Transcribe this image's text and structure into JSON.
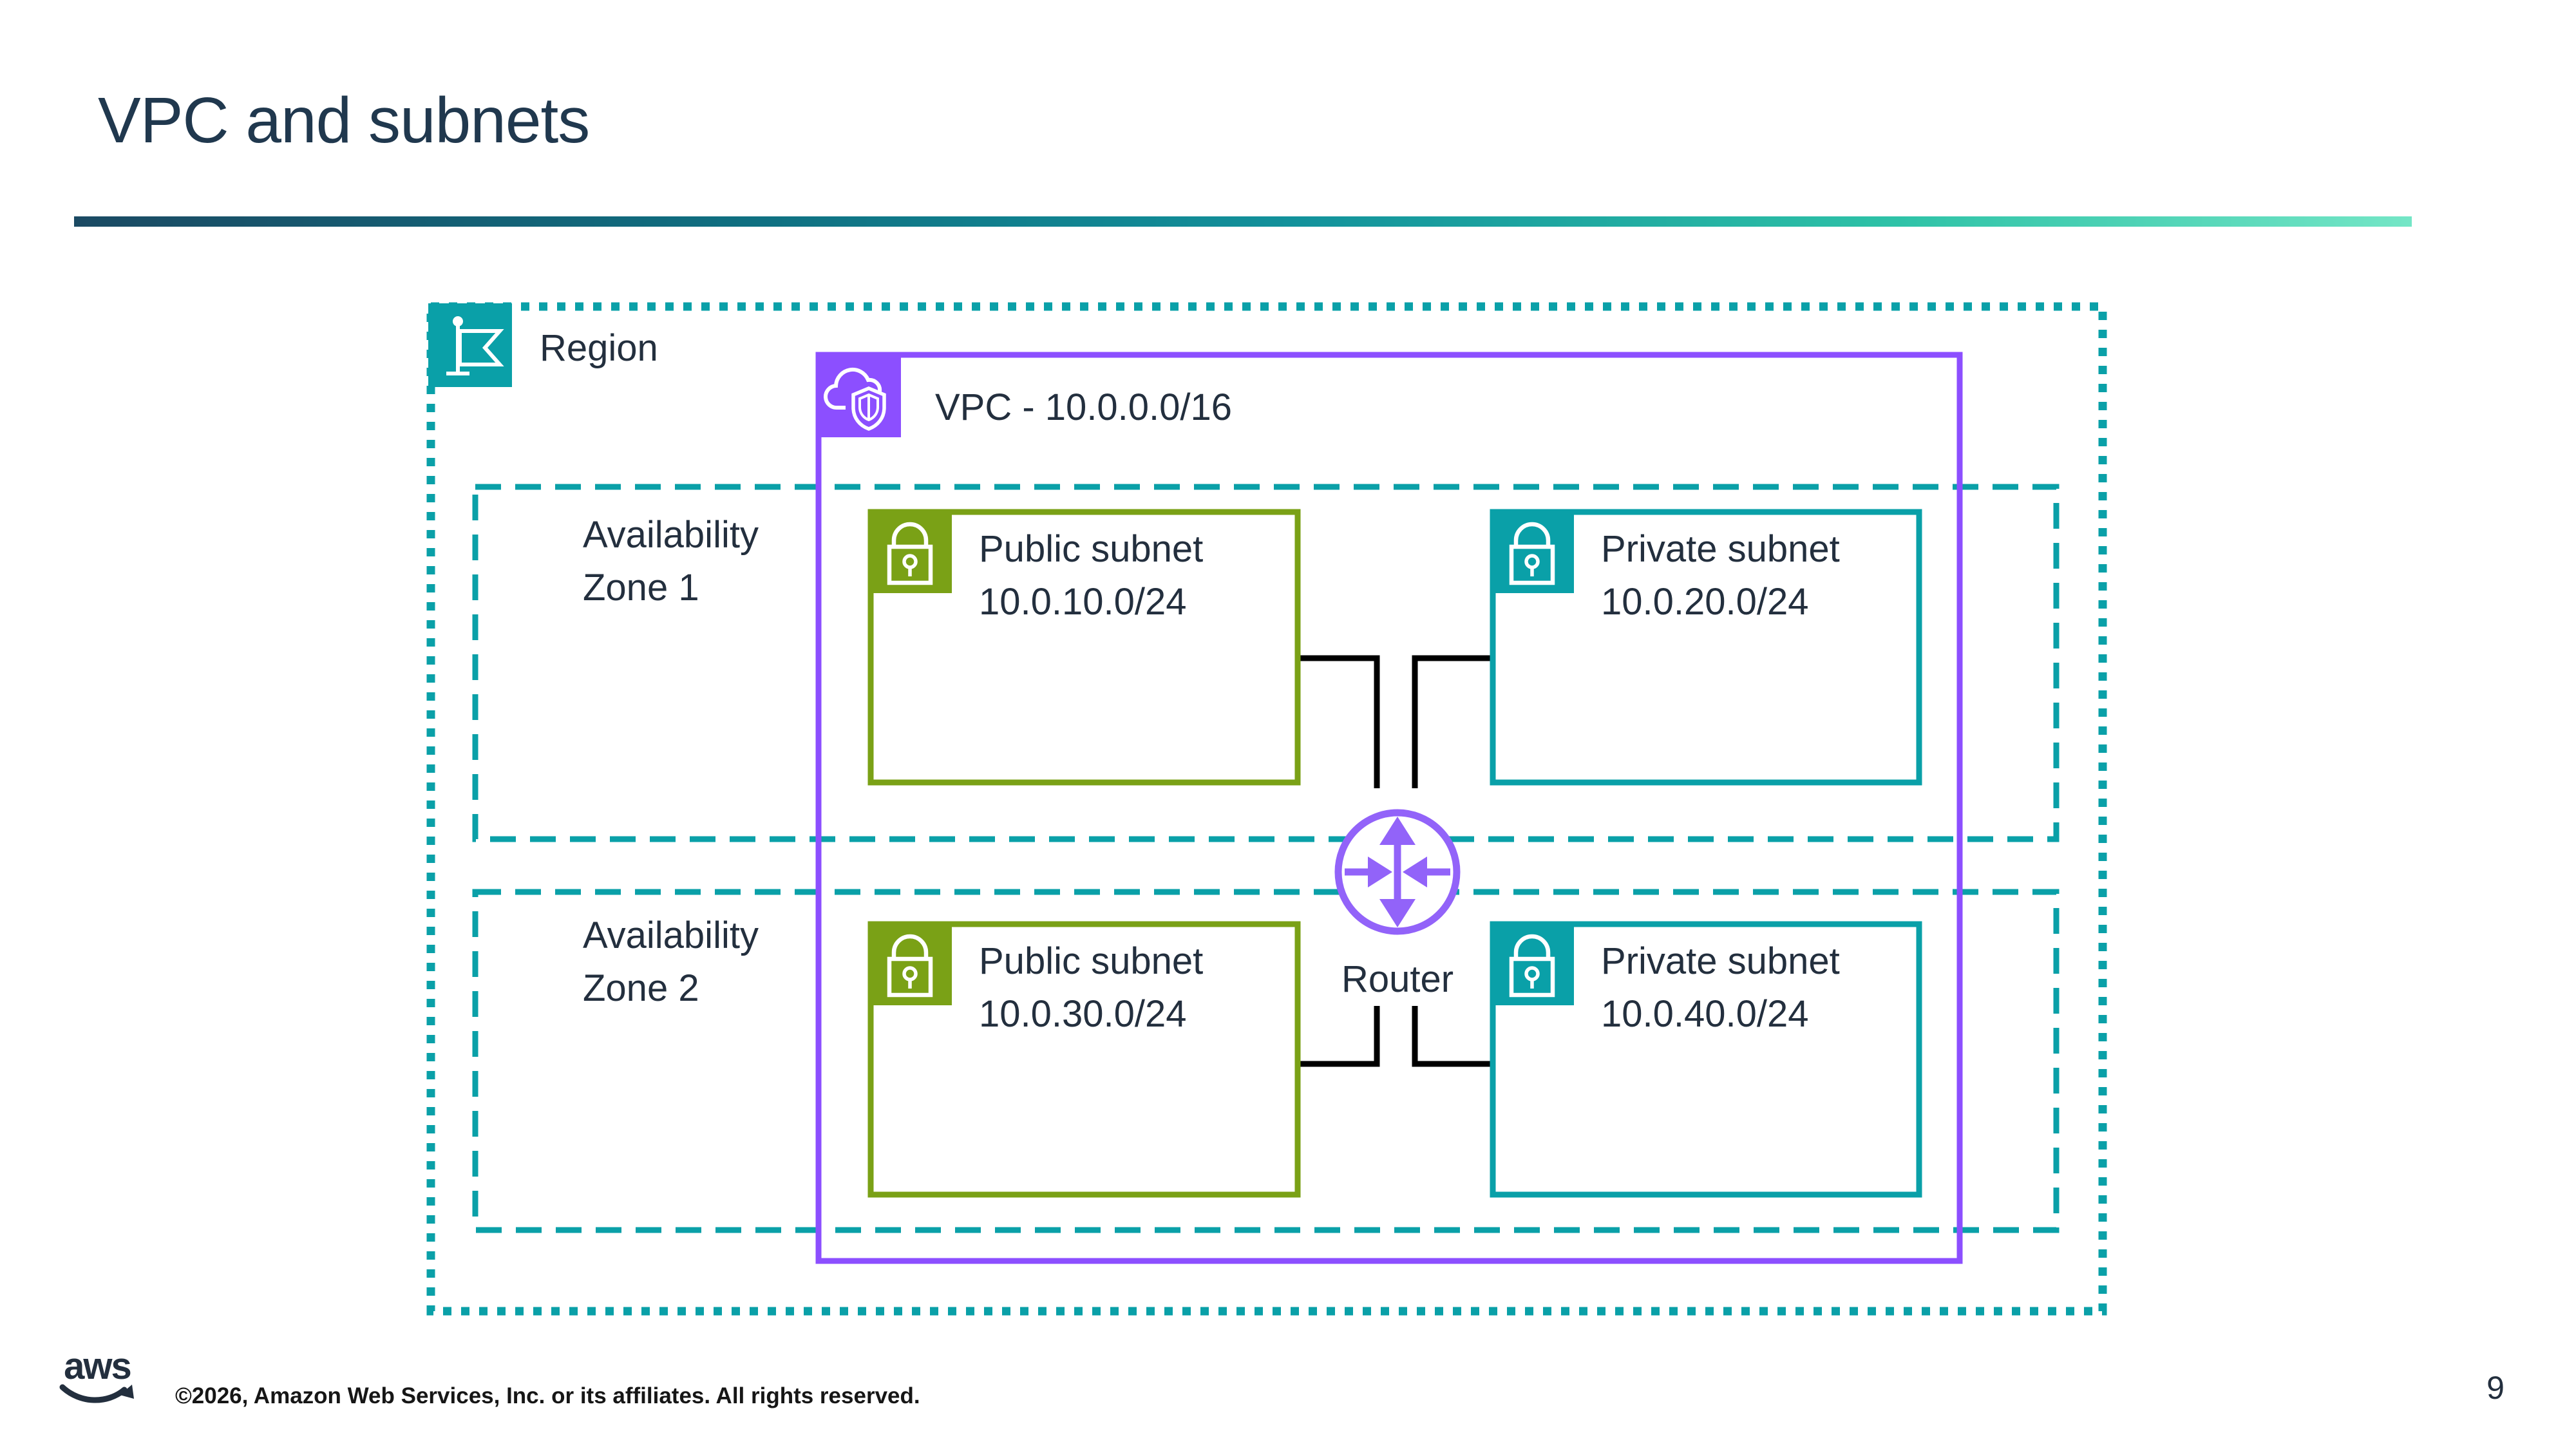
{
  "slide": {
    "title": "VPC and subnets",
    "page_number": "9",
    "copyright": "©2026, Amazon Web Services, Inc. or its affiliates. All rights reserved.",
    "logo": "aws"
  },
  "region": {
    "label": "Region"
  },
  "vpc": {
    "label": "VPC - 10.0.0.0/16"
  },
  "zones": [
    {
      "line1": "Availability",
      "line2": "Zone 1"
    },
    {
      "line1": "Availability",
      "line2": "Zone 2"
    }
  ],
  "subnets": [
    {
      "name": "Public subnet",
      "cidr": "10.0.10.0/24"
    },
    {
      "name": "Private subnet",
      "cidr": "10.0.20.0/24"
    },
    {
      "name": "Public subnet",
      "cidr": "10.0.30.0/24"
    },
    {
      "name": "Private subnet",
      "cidr": "10.0.40.0/24"
    }
  ],
  "router": {
    "label": "Router"
  },
  "colors": {
    "teal": "#0AA0A8",
    "green": "#7AA116",
    "purple": "#8C4FFF",
    "router_purple": "#9263F9",
    "navy": "#232F3E",
    "connector": "#000000",
    "divider_start": "#1B4A63",
    "divider_end": "#74E6C6"
  }
}
